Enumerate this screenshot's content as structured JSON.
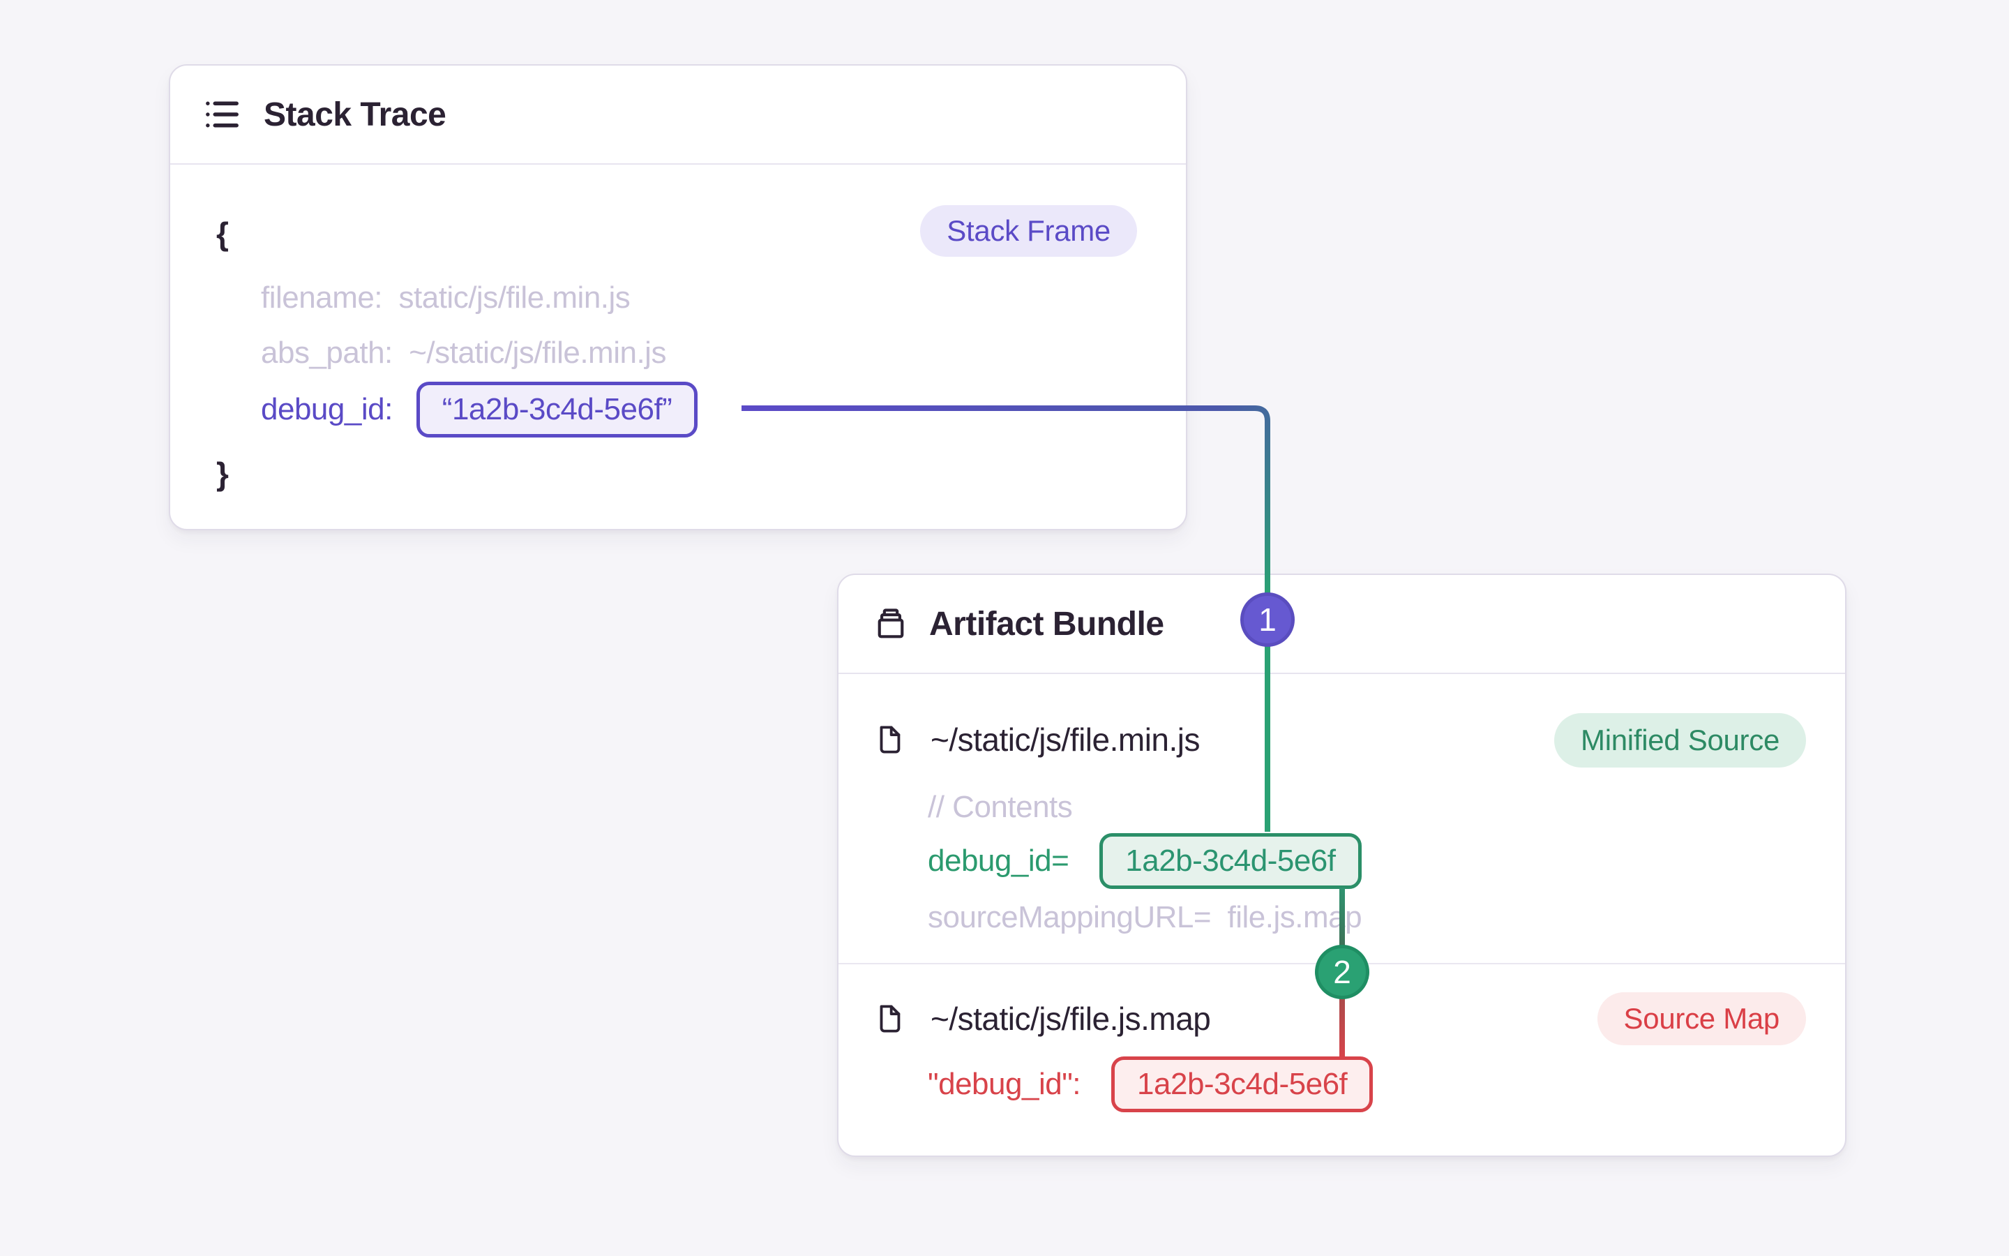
{
  "colors": {
    "page_background": "#f6f5f9",
    "card_background": "#ffffff",
    "card_border": "#dfdbe8",
    "ink": "#2b2233",
    "muted_code": "#c9c3d8",
    "purple_accent": "#5a4ac6",
    "green_accent": "#2b9a6e",
    "red_accent": "#d8434a",
    "connector_start_purple": "#5b4ac7",
    "connector_mid_slate": "#4c58ab",
    "connector_green": "#2aa173",
    "connector_red": "#d6444b",
    "step1_badge_fill": "#6659d1",
    "step2_badge_fill": "#2aa173"
  },
  "stack_trace": {
    "title": "Stack Trace",
    "frame_badge": "Stack Frame",
    "brace_open": "{",
    "brace_close": "}",
    "rows": {
      "filename": {
        "key": "filename:",
        "value": "static/js/file.min.js"
      },
      "abs_path": {
        "key": "abs_path:",
        "value": "~/static/js/file.min.js"
      },
      "debug_id": {
        "key": "debug_id:",
        "value": "“1a2b-3c4d-5e6f”"
      }
    }
  },
  "artifact_bundle": {
    "title": "Artifact Bundle",
    "minified_file": {
      "path": "~/static/js/file.min.js",
      "badge": "Minified Source",
      "contents_comment": "// Contents",
      "debug_id_key": "debug_id=",
      "debug_id_value": "1a2b-3c4d-5e6f",
      "sourcemap_key": "sourceMappingURL=",
      "sourcemap_value": "file.js.map"
    },
    "sourcemap_file": {
      "path": "~/static/js/file.js.map",
      "badge": "Source Map",
      "debug_id_key": "\"debug_id\":",
      "debug_id_value": "1a2b-3c4d-5e6f"
    }
  },
  "connectors": {
    "step1_label": "1",
    "step2_label": "2"
  }
}
